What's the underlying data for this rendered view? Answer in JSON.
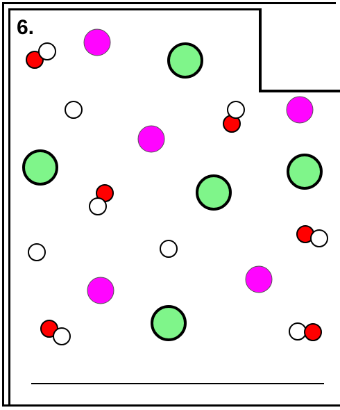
{
  "problem": {
    "number": "6."
  },
  "colors": {
    "green": "#7ff58a",
    "magenta": "#ff05ff",
    "red": "#ff0000",
    "white": "#ffffff",
    "outline": "#000000"
  },
  "particle_legend": {
    "large_green": "green-atom",
    "magenta": "magenta-atom",
    "single_white": "white-atom",
    "red_white_pair": "diatomic-molecule"
  }
}
